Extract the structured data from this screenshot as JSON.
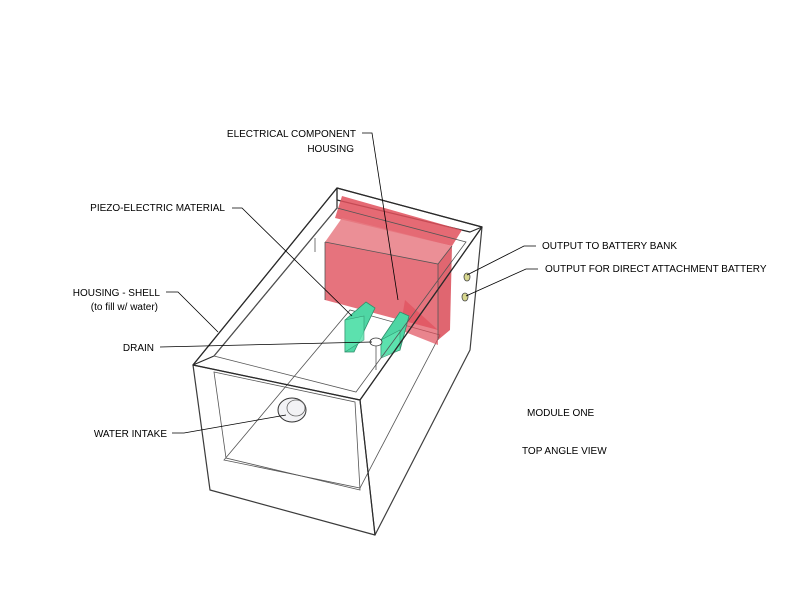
{
  "labels": {
    "electrical_line1": "ELECTRICAL COMPONENT",
    "electrical_line2": "HOUSING",
    "piezo": "PIEZO-ELECTRIC MATERIAL",
    "output_battery_bank": "OUTPUT TO BATTERY BANK",
    "output_direct": "OUTPUT FOR DIRECT ATTACHMENT BATTERY",
    "housing_shell_line1": "HOUSING - SHELL",
    "housing_shell_line2": "(to fill w/ water)",
    "drain": "DRAIN",
    "water_intake": "WATER INTAKE",
    "module": "MODULE ONE",
    "view": "TOP ANGLE VIEW"
  },
  "colors": {
    "shell": "#dcdce2",
    "shell_dark": "#c9c9cf",
    "electrical_housing": "#e0505c",
    "piezo": "#4fd6a4",
    "output_port": "#d8d890"
  }
}
